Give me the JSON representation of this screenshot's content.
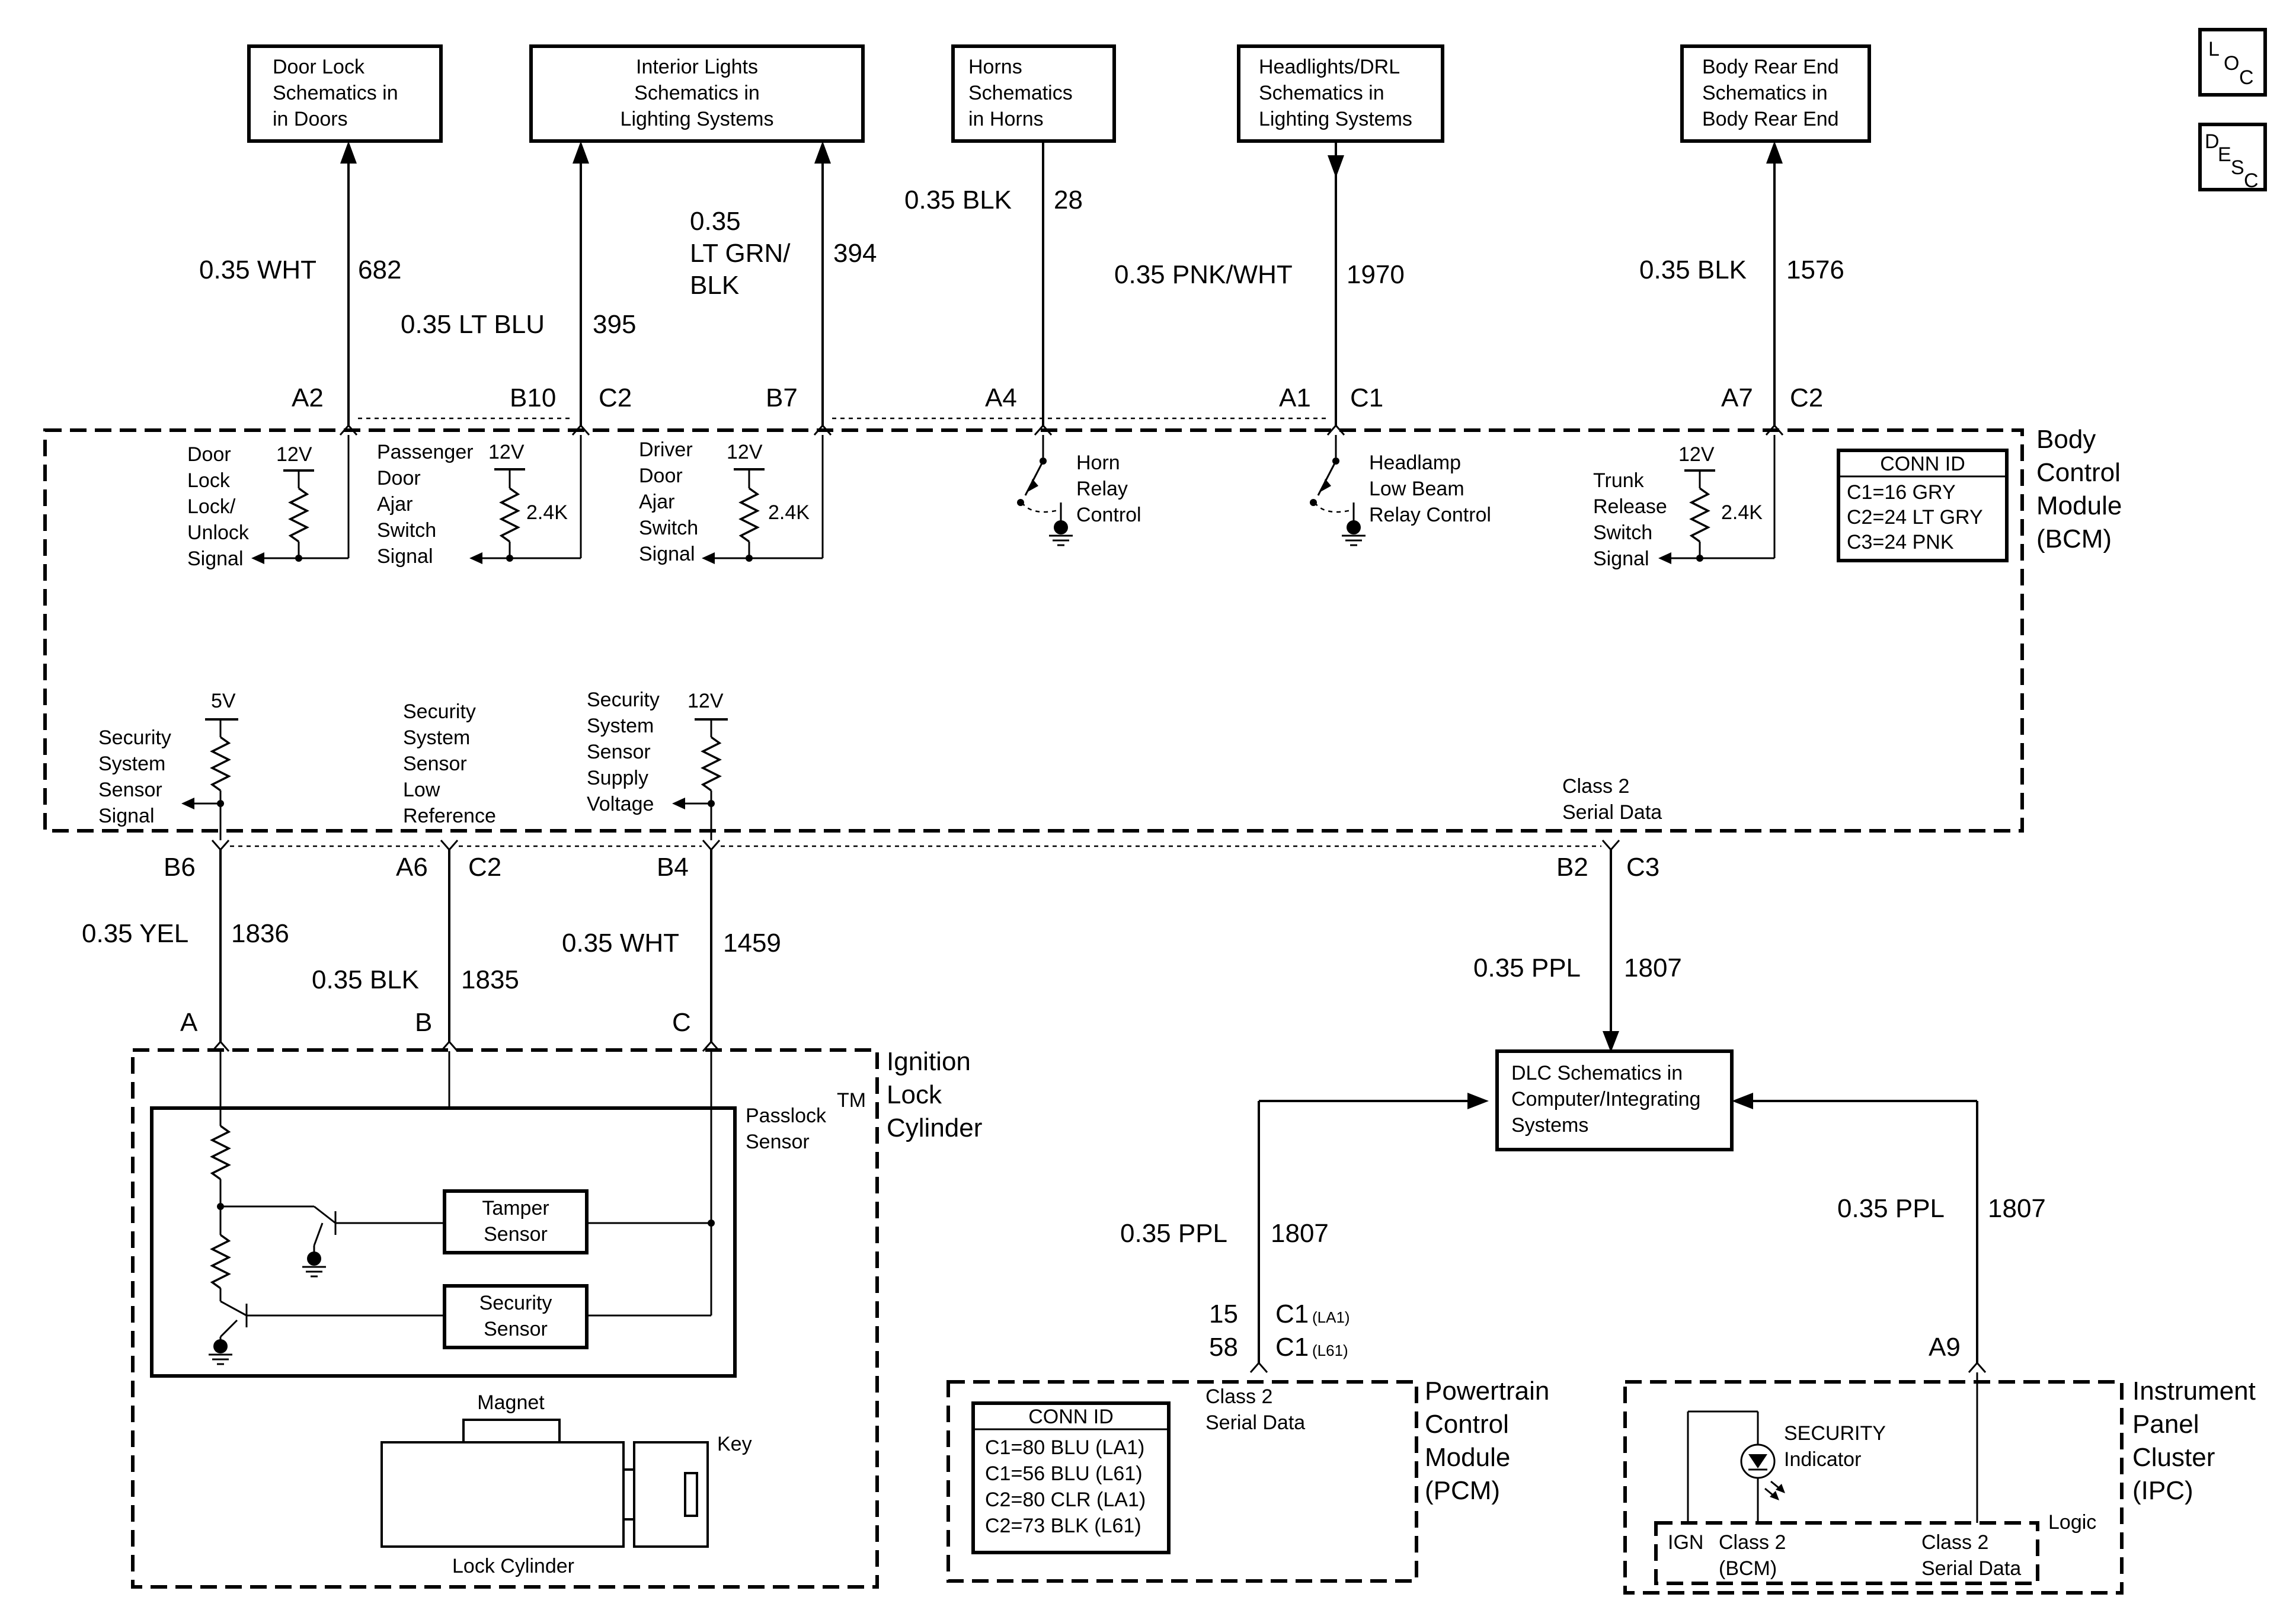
{
  "top_boxes": [
    {
      "lines": [
        "Door Lock",
        "Schematics in",
        "in Doors"
      ]
    },
    {
      "lines": [
        "Interior Lights",
        "Schematics in",
        "Lighting Systems"
      ]
    },
    {
      "lines": [
        "Horns",
        "Schematics",
        "in Horns"
      ]
    },
    {
      "lines": [
        "Headlights/DRL",
        "Schematics in",
        "Lighting Systems"
      ]
    },
    {
      "lines": [
        "Body Rear End",
        "Schematics in",
        "Body Rear End"
      ]
    }
  ],
  "icons": {
    "loc": [
      "L",
      "O",
      "C"
    ],
    "desc": [
      "D",
      "E",
      "S",
      "C"
    ]
  },
  "top_wires": [
    {
      "size_color": "0.35 WHT",
      "circuit": "682"
    },
    {
      "size_color": "0.35 LT BLU",
      "circuit": "395"
    },
    {
      "size_color_lines": [
        "0.35",
        "LT GRN/",
        "BLK"
      ],
      "circuit": "394"
    },
    {
      "size_color": "0.35 BLK",
      "circuit": "28"
    },
    {
      "size_color": "0.35 PNK/WHT",
      "circuit": "1970"
    },
    {
      "size_color": "0.35 BLK",
      "circuit": "1576"
    }
  ],
  "bcm_top_pins": [
    {
      "pin": "A2"
    },
    {
      "pin": "B10",
      "connector": "C2"
    },
    {
      "pin": "B7"
    },
    {
      "pin": "A4"
    },
    {
      "pin": "A1",
      "connector": "C1"
    },
    {
      "pin": "A7",
      "connector": "C2"
    }
  ],
  "bcm": {
    "title_lines": [
      "Body",
      "Control",
      "Module",
      "(BCM)"
    ],
    "conn_id": {
      "title": "CONN ID",
      "rows": [
        "C1=16 GRY",
        "C2=24 LT GRY",
        "C3=24 PNK"
      ]
    }
  },
  "bcm_inputs": [
    {
      "lines": [
        "Door",
        "Lock",
        "Lock/",
        "Unlock",
        "Signal"
      ],
      "supply": "12V"
    },
    {
      "lines": [
        "Passenger",
        "Door",
        "Ajar",
        "Switch",
        "Signal"
      ],
      "supply": "12V",
      "resistor": "2.4K"
    },
    {
      "lines": [
        "Driver",
        "Door",
        "Ajar",
        "Switch",
        "Signal"
      ],
      "supply": "12V",
      "resistor": "2.4K"
    },
    {
      "lines": [
        "Trunk",
        "Release",
        "Switch",
        "Signal"
      ],
      "supply": "12V",
      "resistor": "2.4K"
    }
  ],
  "bcm_outputs": [
    {
      "lines": [
        "Horn",
        "Relay",
        "Control"
      ]
    },
    {
      "lines": [
        "Headlamp",
        "Low Beam",
        "Relay Control"
      ]
    }
  ],
  "bcm_security": [
    {
      "lines": [
        "Security",
        "System",
        "Sensor",
        "Signal"
      ],
      "supply": "5V"
    },
    {
      "lines": [
        "Security",
        "System",
        "Sensor",
        "Low",
        "Reference"
      ]
    },
    {
      "lines": [
        "Security",
        "System",
        "Sensor",
        "Supply",
        "Voltage"
      ],
      "supply": "12V"
    }
  ],
  "bcm_class2": [
    "Class 2",
    "Serial Data"
  ],
  "bcm_bottom_pins": [
    {
      "pin": "B6"
    },
    {
      "pin": "A6",
      "connector": "C2"
    },
    {
      "pin": "B4"
    },
    {
      "pin": "B2",
      "connector": "C3"
    }
  ],
  "bottom_wires": [
    {
      "size_color": "0.35 YEL",
      "circuit": "1836"
    },
    {
      "size_color": "0.35 BLK",
      "circuit": "1835"
    },
    {
      "size_color": "0.35 WHT",
      "circuit": "1459"
    }
  ],
  "lock_cylinder": {
    "pins": [
      "A",
      "B",
      "C"
    ],
    "title_lines": [
      "Ignition",
      "Lock",
      "Cylinder"
    ],
    "passlock_lines": [
      "Passlock",
      "Sensor"
    ],
    "tm": "TM",
    "tamper_lines": [
      "Tamper",
      "Sensor"
    ],
    "security_lines": [
      "Security",
      "Sensor"
    ],
    "magnet": "Magnet",
    "key": "Key",
    "lock_cylinder_label": "Lock Cylinder"
  },
  "dlc_wires": [
    {
      "size_color": "0.35 PPL",
      "circuit": "1807"
    },
    {
      "size_color": "0.35 PPL",
      "circuit": "1807"
    },
    {
      "size_color": "0.35 PPL",
      "circuit": "1807"
    }
  ],
  "dlc_box": {
    "lines": [
      "DLC Schematics in",
      "Computer/Integrating",
      "Systems"
    ]
  },
  "pcm": {
    "pins": [
      {
        "pin": "15",
        "connector": "C1",
        "variant": "(LA1)"
      },
      {
        "pin": "58",
        "connector": "C1",
        "variant": "(L61)"
      }
    ],
    "title_lines": [
      "Powertrain",
      "Control",
      "Module",
      "(PCM)"
    ],
    "class2": [
      "Class 2",
      "Serial Data"
    ],
    "conn_id": {
      "title": "CONN ID",
      "rows": [
        "C1=80 BLU (LA1)",
        "C1=56 BLU (L61)",
        "C2=80 CLR (LA1)",
        "C2=73 BLK (L61)"
      ]
    }
  },
  "ipc": {
    "pin": "A9",
    "title_lines": [
      "Instrument",
      "Panel",
      "Cluster",
      "(IPC)"
    ],
    "indicator_lines": [
      "SECURITY",
      "Indicator"
    ],
    "logic": "Logic",
    "ign": "IGN",
    "class2_bcm": [
      "Class 2",
      "(BCM)"
    ],
    "class2_serial": [
      "Class 2",
      "Serial Data"
    ]
  }
}
